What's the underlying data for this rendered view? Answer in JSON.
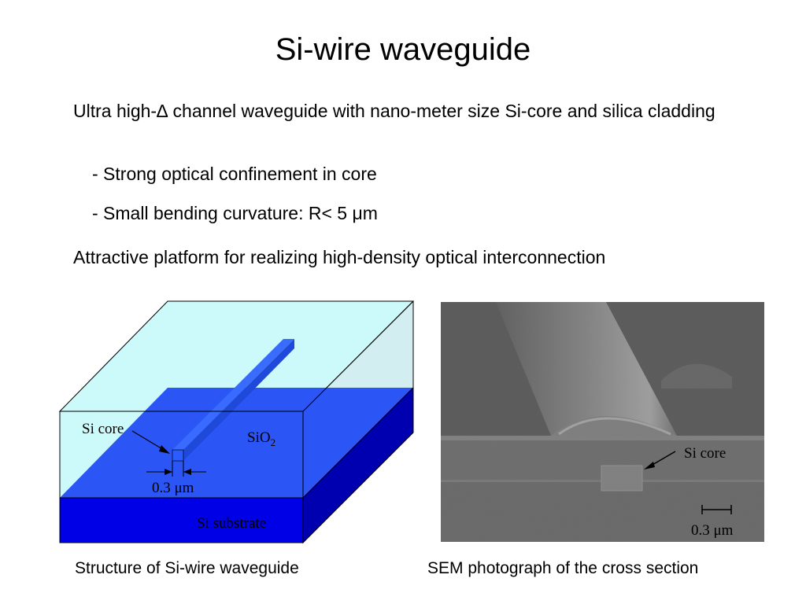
{
  "title": "Si-wire waveguide",
  "intro": "Ultra high-∆ channel waveguide with nano-meter size Si-core and silica cladding",
  "bullets": [
    "- Strong optical confinement in core",
    "- Small bending curvature: R< 5 μm"
  ],
  "statement": "Attractive platform for realizing high-density optical interconnection",
  "structure_diagram": {
    "label_si_core": "Si core",
    "label_sio2_main": "SiO",
    "label_sio2_sub": "2",
    "label_width": "0.3 μm",
    "label_substrate": "Si substrate",
    "colors": {
      "cladding": "#ccf9f9",
      "cladding_side": "#d2eef0",
      "oxide": "#2b55f5",
      "oxide_side": "#1c3ad6",
      "substrate": "#0000e6",
      "substrate_side": "#0000b0",
      "core": "#3366ff"
    }
  },
  "sem_photo": {
    "label_si_core": "Si core",
    "label_scale": "0.3 μm"
  },
  "captions": {
    "left": "Structure of Si-wire waveguide",
    "right": "SEM photograph of the cross section"
  }
}
